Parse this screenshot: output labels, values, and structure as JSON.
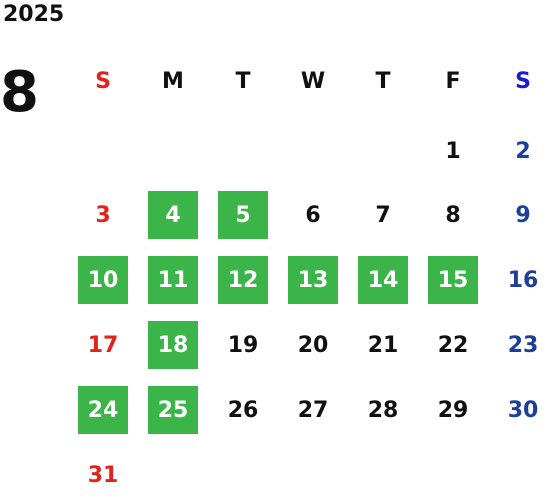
{
  "year": "2025",
  "month": "8",
  "weekdays": [
    "S",
    "M",
    "T",
    "W",
    "T",
    "F",
    "S"
  ],
  "days": [
    {
      "d": "1",
      "col": 5,
      "row": 0,
      "hl": false
    },
    {
      "d": "2",
      "col": 6,
      "row": 0,
      "hl": false
    },
    {
      "d": "3",
      "col": 0,
      "row": 1,
      "hl": false
    },
    {
      "d": "4",
      "col": 1,
      "row": 1,
      "hl": true
    },
    {
      "d": "5",
      "col": 2,
      "row": 1,
      "hl": true
    },
    {
      "d": "6",
      "col": 3,
      "row": 1,
      "hl": false
    },
    {
      "d": "7",
      "col": 4,
      "row": 1,
      "hl": false
    },
    {
      "d": "8",
      "col": 5,
      "row": 1,
      "hl": false
    },
    {
      "d": "9",
      "col": 6,
      "row": 1,
      "hl": false
    },
    {
      "d": "10",
      "col": 0,
      "row": 2,
      "hl": true
    },
    {
      "d": "11",
      "col": 1,
      "row": 2,
      "hl": true
    },
    {
      "d": "12",
      "col": 2,
      "row": 2,
      "hl": true
    },
    {
      "d": "13",
      "col": 3,
      "row": 2,
      "hl": true
    },
    {
      "d": "14",
      "col": 4,
      "row": 2,
      "hl": true
    },
    {
      "d": "15",
      "col": 5,
      "row": 2,
      "hl": true
    },
    {
      "d": "16",
      "col": 6,
      "row": 2,
      "hl": false
    },
    {
      "d": "17",
      "col": 0,
      "row": 3,
      "hl": false
    },
    {
      "d": "18",
      "col": 1,
      "row": 3,
      "hl": true
    },
    {
      "d": "19",
      "col": 2,
      "row": 3,
      "hl": false
    },
    {
      "d": "20",
      "col": 3,
      "row": 3,
      "hl": false
    },
    {
      "d": "21",
      "col": 4,
      "row": 3,
      "hl": false
    },
    {
      "d": "22",
      "col": 5,
      "row": 3,
      "hl": false
    },
    {
      "d": "23",
      "col": 6,
      "row": 3,
      "hl": false
    },
    {
      "d": "24",
      "col": 0,
      "row": 4,
      "hl": true
    },
    {
      "d": "25",
      "col": 1,
      "row": 4,
      "hl": true
    },
    {
      "d": "26",
      "col": 2,
      "row": 4,
      "hl": false
    },
    {
      "d": "27",
      "col": 3,
      "row": 4,
      "hl": false
    },
    {
      "d": "28",
      "col": 4,
      "row": 4,
      "hl": false
    },
    {
      "d": "29",
      "col": 5,
      "row": 4,
      "hl": false
    },
    {
      "d": "30",
      "col": 6,
      "row": 4,
      "hl": false
    },
    {
      "d": "31",
      "col": 0,
      "row": 5,
      "hl": false
    }
  ],
  "colors": {
    "sunday": "#e3231b",
    "saturday": "#1e3f99",
    "saturday_header": "#1a1ad1",
    "weekday": "#111111",
    "highlight": "#3bb54a"
  }
}
